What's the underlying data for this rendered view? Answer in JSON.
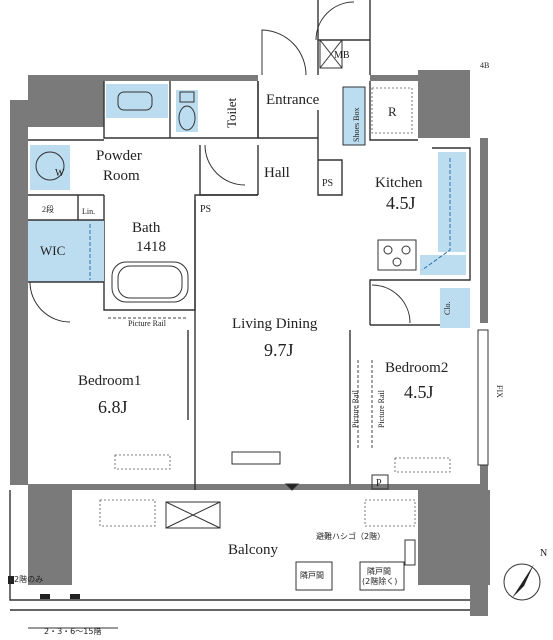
{
  "labels": {
    "mb": "MB",
    "entrance": "Entrance",
    "toilet": "Toilet",
    "shoes_box": "Shoes Box",
    "refrigerator": "R",
    "powder_room_line1": "Powder",
    "powder_room_line2": "Room",
    "washer": "W",
    "hall": "Hall",
    "ps_hall": "PS",
    "ps_bath": "PS",
    "kitchen": "Kitchen",
    "kitchen_size": "4.5J",
    "shelf_2dan": "2段",
    "linen": "Lin.",
    "bath": "Bath",
    "bath_size": "1418",
    "wic": "WIC",
    "picture_rail_top": "Picture Rail",
    "living_dining": "Living Dining",
    "living_dining_size": "9.7J",
    "closet": "Clo.",
    "bedroom1": "Bedroom1",
    "bedroom1_size": "6.8J",
    "bedroom2": "Bedroom2",
    "bedroom2_size": "4.5J",
    "picture_rail_v1": "Picture Rail",
    "picture_rail_v2": "Picture Rail",
    "fix": "FIX",
    "p_mark": "P",
    "balcony": "Balcony",
    "escape_ladder": "避難ハシゴ（2階）",
    "partition": "隣戸間",
    "partition2_line1": "隣戸間",
    "partition2_line2": "(2階除く)",
    "floor_note_2f": "2階のみ",
    "floor_note_floors": "2・3・6～15階",
    "corner_mark": "4B"
  },
  "colors": {
    "wall": "#7a7a7a",
    "fixture_blue": "#bcdcf0",
    "fixture_outline": "#2b6fa8",
    "line": "#333333"
  },
  "icons": {
    "north_arrow": "north-arrow-icon",
    "stove": "gas-stove-icon",
    "toilet_bowl": "toilet-icon",
    "bathtub": "bathtub-icon"
  }
}
